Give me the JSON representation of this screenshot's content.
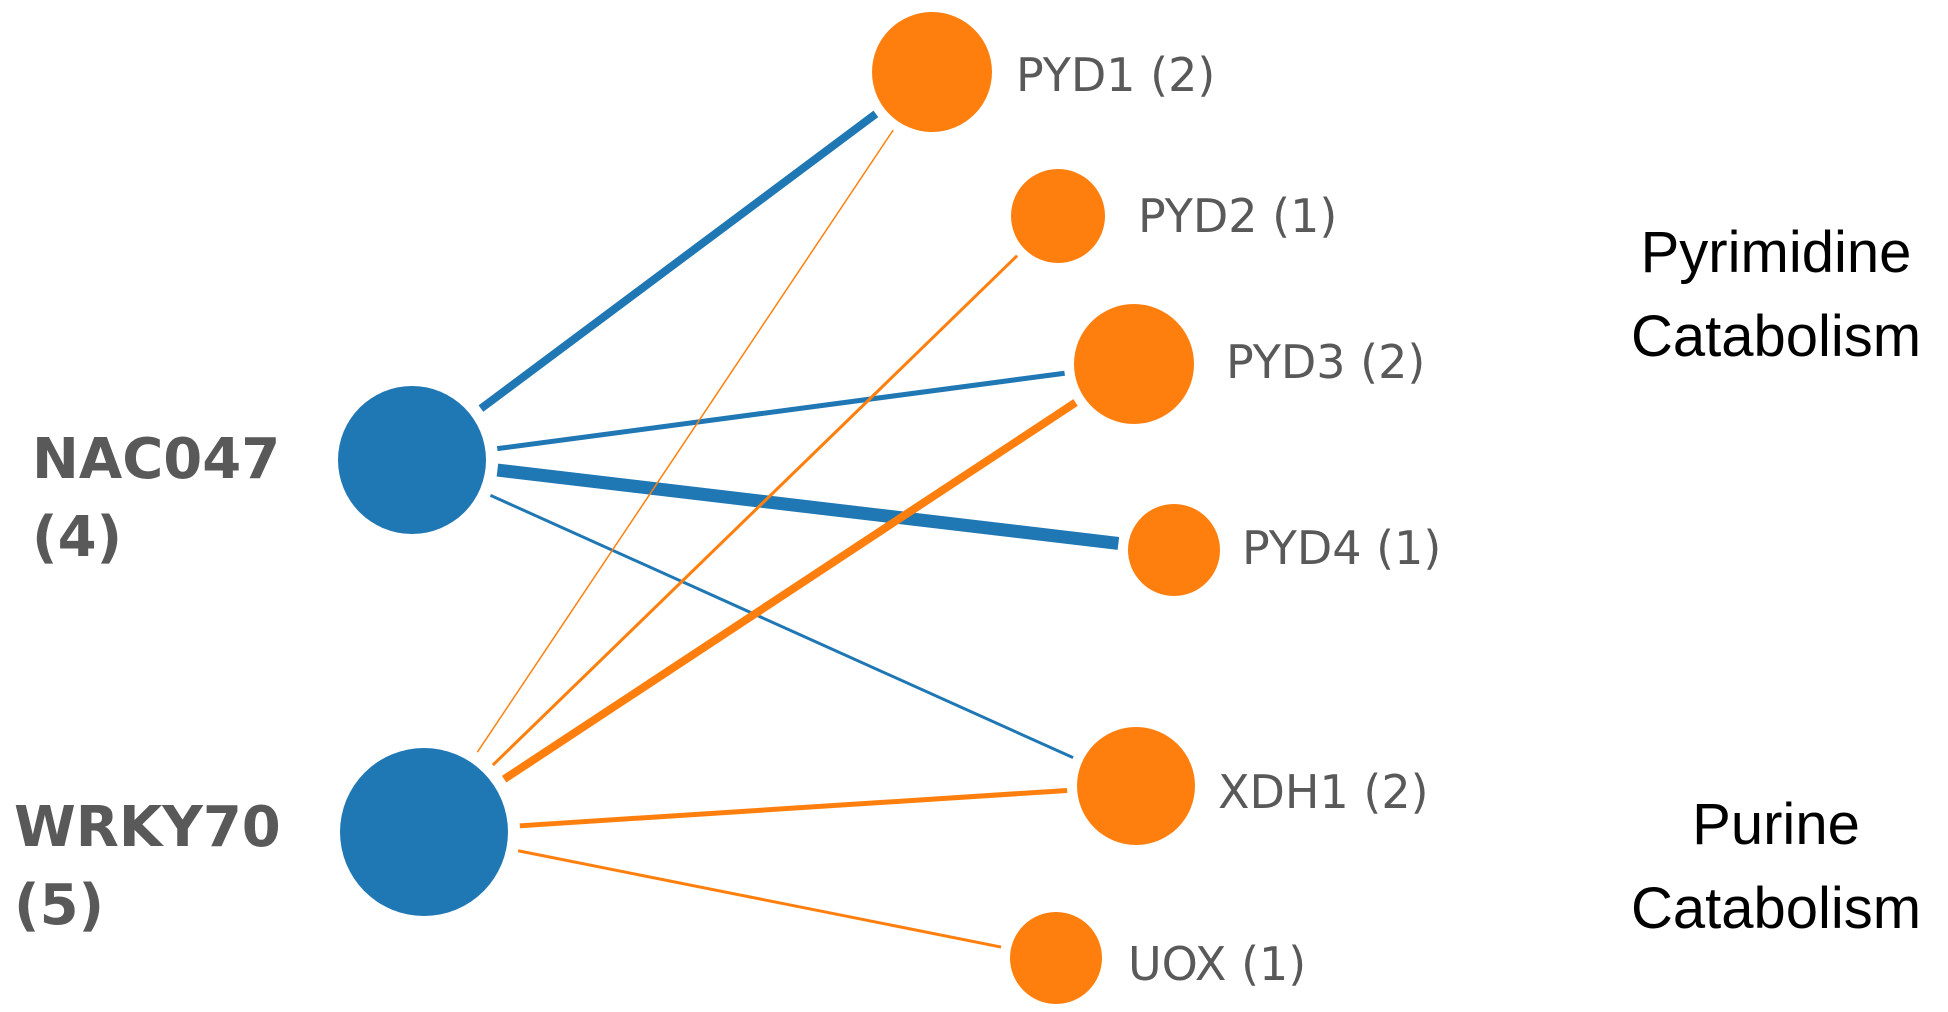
{
  "colors": {
    "tf": "#1f77b4",
    "target": "#ff7f0e",
    "label": "#595959",
    "group_label": "#000000"
  },
  "transcription_factors": [
    {
      "id": "nac047",
      "name": "NAC047",
      "count": "(4)"
    },
    {
      "id": "wrky70",
      "name": "WRKY70",
      "count": "(5)"
    }
  ],
  "targets": [
    {
      "id": "pyd1",
      "label": "PYD1 (2)"
    },
    {
      "id": "pyd2",
      "label": "PYD2 (1)"
    },
    {
      "id": "pyd3",
      "label": "PYD3 (2)"
    },
    {
      "id": "pyd4",
      "label": "PYD4 (1)"
    },
    {
      "id": "xdh1",
      "label": "XDH1 (2)"
    },
    {
      "id": "uox",
      "label": "UOX (1)"
    }
  ],
  "groups": [
    {
      "id": "pyrimidine",
      "line1": "Pyrimidine",
      "line2": "Catabolism"
    },
    {
      "id": "purine",
      "line1": "Purine",
      "line2": "Catabolism"
    }
  ],
  "edges": [
    {
      "from": "nac047",
      "to": "pyd1",
      "color": "tf",
      "weight": "strong"
    },
    {
      "from": "nac047",
      "to": "pyd3",
      "color": "tf",
      "weight": "medium"
    },
    {
      "from": "nac047",
      "to": "pyd4",
      "color": "tf",
      "weight": "heavy"
    },
    {
      "from": "nac047",
      "to": "xdh1",
      "color": "tf",
      "weight": "light"
    },
    {
      "from": "wrky70",
      "to": "pyd1",
      "color": "target",
      "weight": "thin"
    },
    {
      "from": "wrky70",
      "to": "pyd2",
      "color": "target",
      "weight": "light"
    },
    {
      "from": "wrky70",
      "to": "pyd3",
      "color": "target",
      "weight": "strong"
    },
    {
      "from": "wrky70",
      "to": "xdh1",
      "color": "target",
      "weight": "medium"
    },
    {
      "from": "wrky70",
      "to": "uox",
      "color": "target",
      "weight": "light"
    }
  ]
}
